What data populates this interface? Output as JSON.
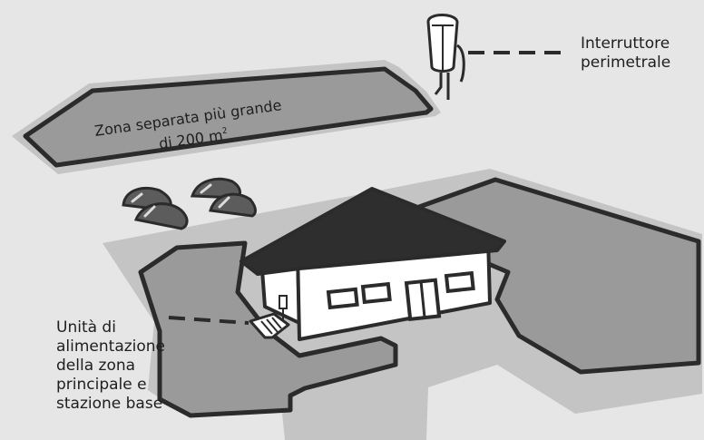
{
  "colors": {
    "background": "#e6e6e6",
    "zone_fill": "#9a9a9a",
    "ground": "#c4c4c4",
    "outline": "#2b2b2b",
    "house_wall": "#ffffff",
    "roof": "#2e2e2e",
    "text": "#1e1e1e"
  },
  "separate_zone": {
    "label_line1": "Zona separata più grande",
    "label_line2": "di 200 m",
    "label_superscript": "2"
  },
  "boundary_switch": {
    "label_line1": "Interruttore",
    "label_line2": "perimetrale"
  },
  "power_unit": {
    "label_line1": "Unità di",
    "label_line2": "alimentazione",
    "label_line3": "della zona",
    "label_line4": "principale e",
    "label_line5": "stazione base"
  },
  "icons": {
    "stepping_stones": "stepping-stones-icon",
    "house": "house-icon",
    "charging_station": "charging-station-icon",
    "boundary_switch": "boundary-switch-icon"
  }
}
